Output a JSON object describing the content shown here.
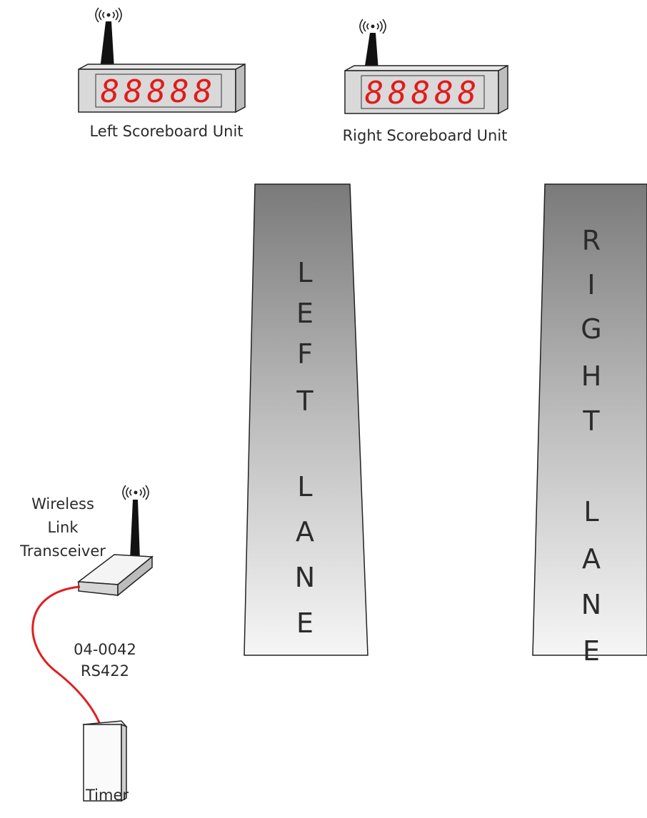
{
  "left_scoreboard": {
    "label": "Left Scoreboard Unit",
    "digits": "88888"
  },
  "right_scoreboard": {
    "label": "Right Scoreboard Unit",
    "digits": "88888"
  },
  "left_lane": {
    "letters_top": [
      "L",
      "E",
      "F",
      "T"
    ],
    "letters_bottom": [
      "L",
      "A",
      "N",
      "E"
    ]
  },
  "right_lane": {
    "letters_top": [
      "R",
      "I",
      "G",
      "H",
      "T"
    ],
    "letters_bottom": [
      "L",
      "A",
      "N",
      "E"
    ]
  },
  "transceiver": {
    "label_lines": [
      "Wireless",
      "Link",
      "Transceiver"
    ]
  },
  "cable": {
    "label_lines": [
      "04-0042",
      "RS422"
    ],
    "color": "#e01f1f"
  },
  "timer": {
    "label": "Timer"
  },
  "colors": {
    "digit": "#e21b1b",
    "lane_dark": "#808080",
    "lane_light": "#f4f4f4",
    "panel": "#d9d9d9"
  },
  "icons": {
    "wireless": "wireless-signal-icon",
    "antenna": "antenna-icon"
  }
}
